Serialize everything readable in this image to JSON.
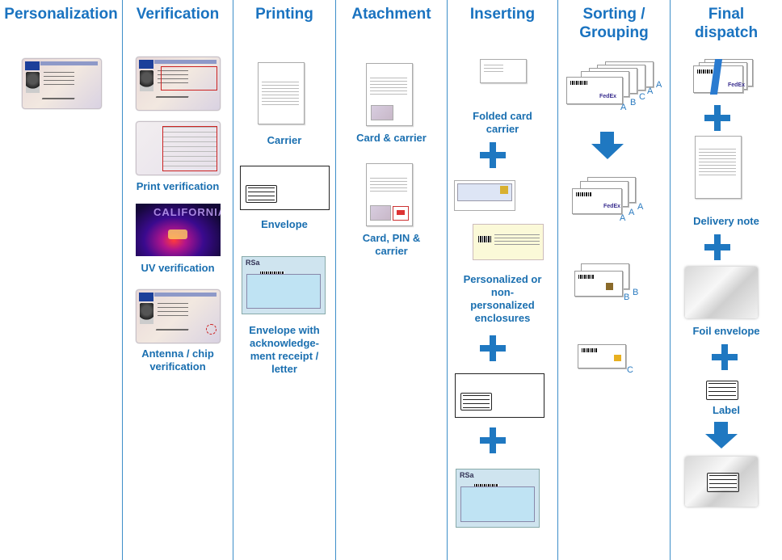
{
  "columns": [
    {
      "id": "personalization",
      "title": "Personalization"
    },
    {
      "id": "verification",
      "title": "Verification"
    },
    {
      "id": "printing",
      "title": "Printing"
    },
    {
      "id": "attachment",
      "title": "Atachment"
    },
    {
      "id": "inserting",
      "title": "Inserting"
    },
    {
      "id": "sorting",
      "title": "Sorting /\nGrouping"
    },
    {
      "id": "dispatch",
      "title": "Final\ndispatch"
    }
  ],
  "verification": {
    "print_caption": "Print verification",
    "uv_caption": "UV verification",
    "uv_text": "CALIFORNIA",
    "antenna_caption": "Antenna / chip\nverification"
  },
  "printing": {
    "carrier_caption": "Carrier",
    "envelope_caption": "Envelope",
    "receipt_caption": "Envelope with\nacknowledge-\nment receipt /\nletter",
    "receipt_logo": "RSa"
  },
  "attachment": {
    "card_carrier_caption": "Card & carrier",
    "card_pin_caption": "Card, PIN &\ncarrier"
  },
  "inserting": {
    "folded_caption": "Folded card\ncarrier",
    "enclosures_caption": "Personalized or\nnon-\npersonalized\nenclosures",
    "receipt_logo": "RSa"
  },
  "sorting": {
    "group1_letters": [
      "A",
      "B",
      "C",
      "A",
      "A"
    ],
    "group2_letters": [
      "A",
      "A",
      "A"
    ],
    "group3_letters": [
      "B",
      "B"
    ],
    "group4_letters": [
      "C"
    ],
    "fedex_label": "FedEx"
  },
  "dispatch": {
    "delivery_caption": "Delivery note",
    "foil_caption": "Foil envelope",
    "label_caption": "Label",
    "fedex_label": "FedEx"
  },
  "colors": {
    "accent": "#1f78c1",
    "divider": "#3d8ec9"
  }
}
